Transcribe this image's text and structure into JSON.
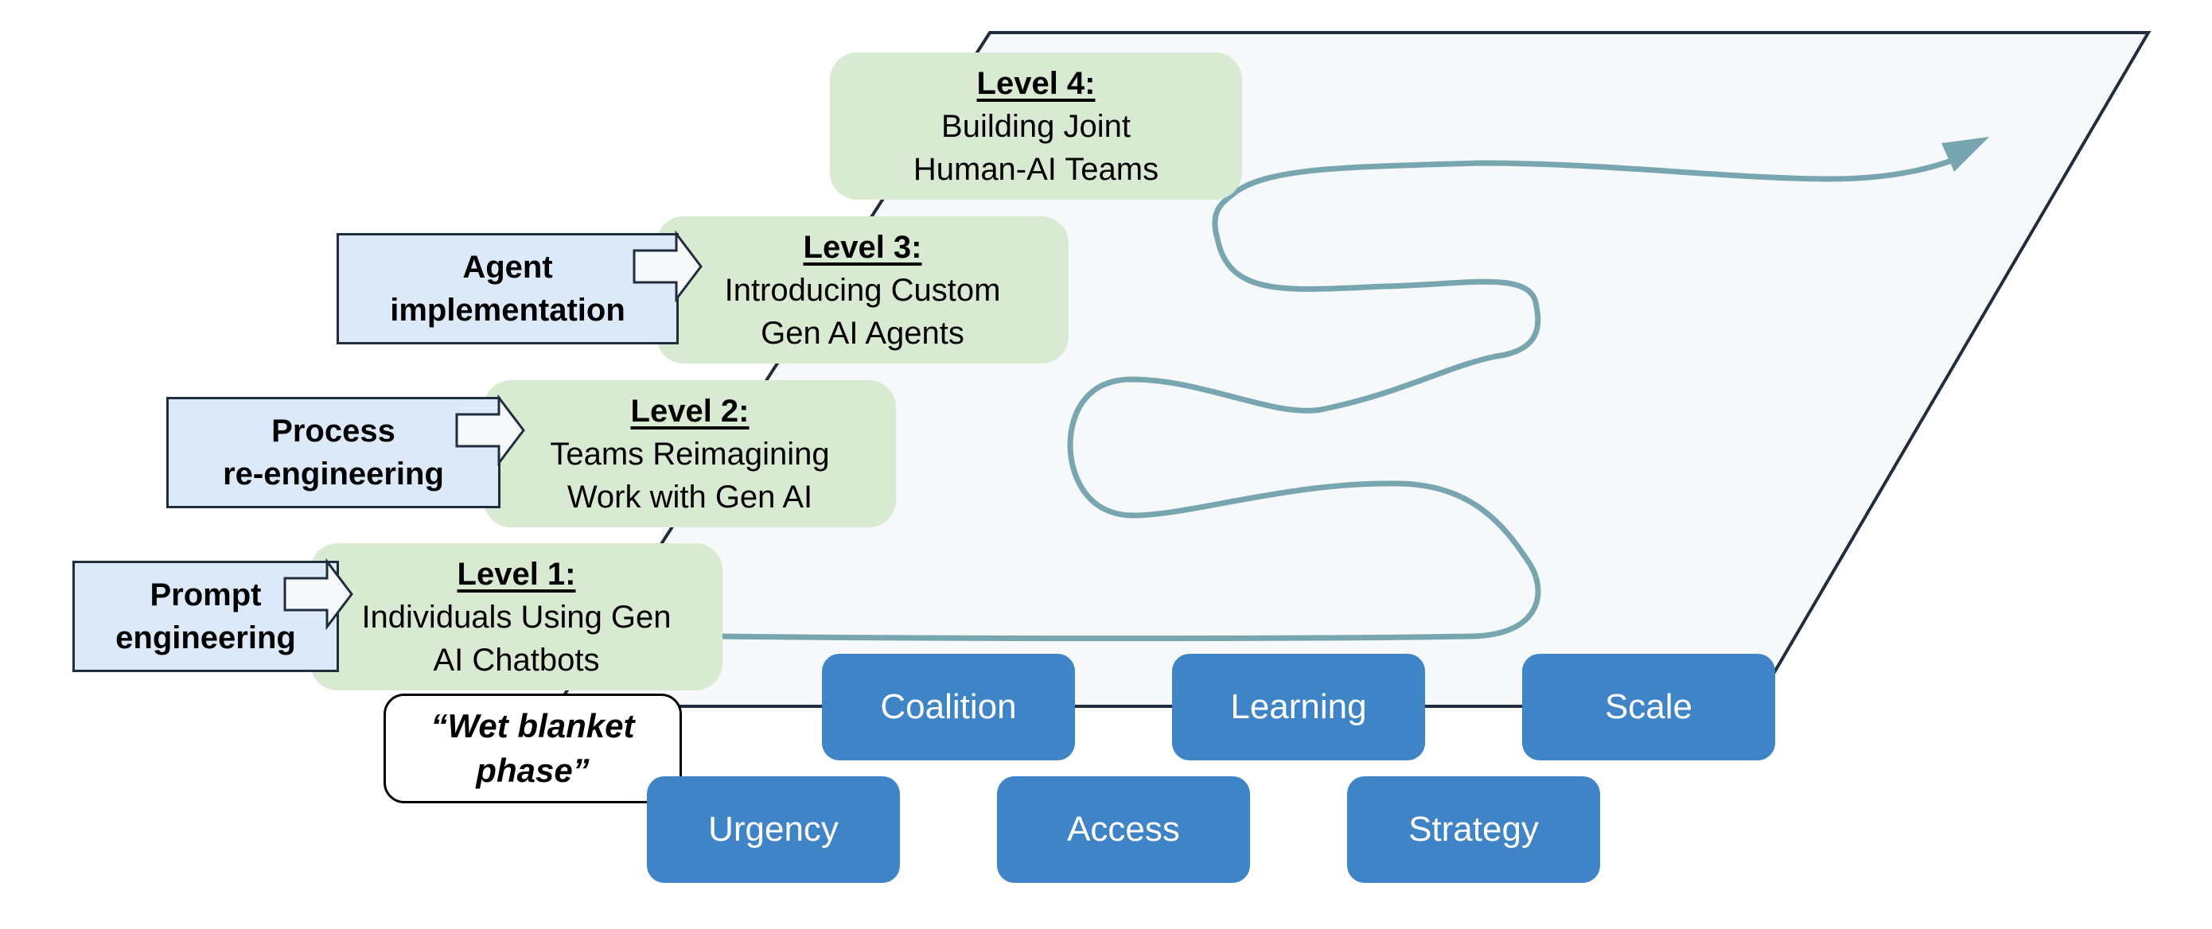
{
  "levels": [
    {
      "title": "Level 1:",
      "line1": "Individuals Using Gen",
      "line2": "AI Chatbots"
    },
    {
      "title": "Level 2:",
      "line1": "Teams Reimagining",
      "line2": "Work with Gen AI"
    },
    {
      "title": "Level 3:",
      "line1": "Introducing Custom",
      "line2": "Gen AI Agents"
    },
    {
      "title": "Level 4:",
      "line1": "Building Joint",
      "line2": "Human-AI Teams"
    }
  ],
  "drivers": [
    {
      "line1": "Prompt",
      "line2": "engineering"
    },
    {
      "line1": "Process",
      "line2": "re-engineering"
    },
    {
      "line1": "Agent",
      "line2": "implementation"
    }
  ],
  "phase_label": {
    "line1": "“Wet blanket",
    "line2": "phase”"
  },
  "factors_top": [
    "Coalition",
    "Learning",
    "Scale"
  ],
  "factors_bottom": [
    "Urgency",
    "Access",
    "Strategy"
  ],
  "colors": {
    "level_fill": "#d9ead3",
    "driver_fill": "#dce9f9",
    "factor_fill": "#3f84c6",
    "path_stroke": "#77a6b1",
    "plane_fill": "#f6f8fa",
    "outline": "#1f2d3d"
  }
}
